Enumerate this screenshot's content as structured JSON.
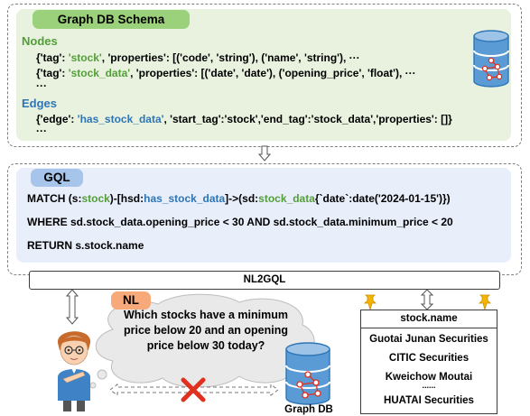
{
  "schema": {
    "title": "Graph DB Schema",
    "nodes_label": "Nodes",
    "node_lines": [
      {
        "p1": "{'tag': ",
        "tag": "'stock'",
        "p2": ", 'properties': [('code', 'string'), ('name', 'string'), ···"
      },
      {
        "p1": "{'tag': ",
        "tag": "'stock_data'",
        "p2": ", 'properties': [('date', 'date'), ('opening_price', 'float'), ···"
      }
    ],
    "nodes_ellipsis": "···",
    "edges_label": "Edges",
    "edge_line": {
      "p1": "{'edge': ",
      "edge": "'has_stock_data'",
      "p2": ", 'start_tag':'stock','end_tag':'stock_data','properties': []}"
    },
    "edges_ellipsis": "···"
  },
  "gql": {
    "title": "GQL",
    "line1": {
      "a": "MATCH (s:",
      "b": "stock",
      "c": ")-[hsd:",
      "d": "has_stock_data",
      "e": "]->(sd:",
      "f": "stock_data",
      "g": "{`date`:date('2024-01-15')})"
    },
    "line2": "WHERE sd.stock_data.opening_price < 30 AND sd.stock_data.minimum_price < 20",
    "line3": "RETURN s.stock.name"
  },
  "nl2gql_label": "NL2GQL",
  "nl": {
    "title": "NL",
    "lines": [
      "Which stocks have a minimum",
      "price below 20 and an opening",
      "price below 30 today?"
    ]
  },
  "graph_db_label": "Graph DB",
  "result_table": {
    "header": "stock.name",
    "rows": [
      "Guotai Junan Securities",
      "CITIC Securities",
      "Kweichow Moutai",
      "......",
      "HUATAI Securities"
    ]
  },
  "colors": {
    "schema_bg": "#e8f2df",
    "gql_bg": "#e8eefa",
    "schema_title_bg": "#9bd17a",
    "gql_title_bg": "#a7c4ea",
    "nl_title_bg": "#f8a979",
    "green": "#549e39",
    "blue": "#2e75b6",
    "db_blue": "#5b9bd5",
    "red_x": "#e0301e",
    "pin": "#f5b400"
  }
}
